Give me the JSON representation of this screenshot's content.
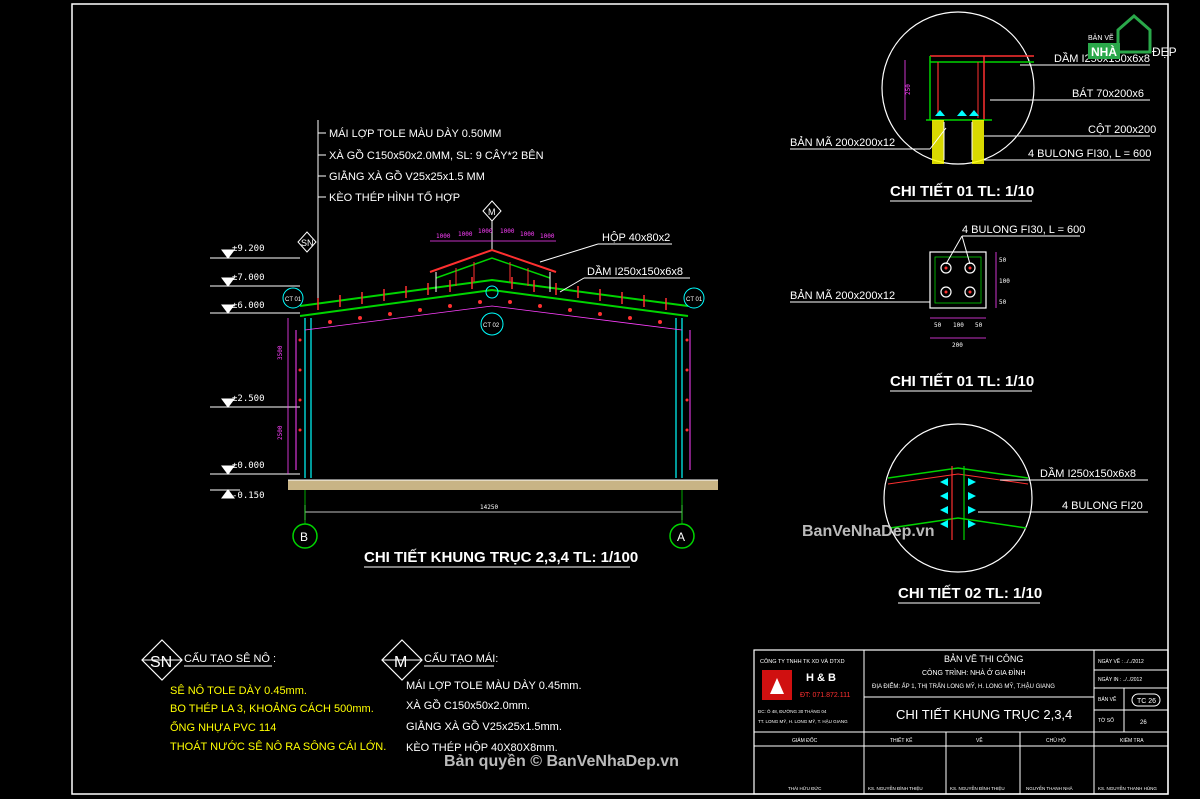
{
  "watermarks": {
    "logo_line1": "BẢN VẼ",
    "logo_line2": "NHÀ",
    "logo_line3": "ĐẸP",
    "mid": "BanVeNhaDep.vn",
    "bottom": "Bản quyền © BanVeNhaDep.vn"
  },
  "main_frame": {
    "notes": [
      "MÁI LỢP TOLE MÀU DÀY 0.50MM",
      "XÀ GỒ C150x50x2.0MM, SL: 9 CÂY*2 BÊN",
      "GIẰNG XÀ GỒ V25x25x1.5 MM",
      "KÈO THÉP HÌNH TỔ HỢP"
    ],
    "levels": [
      "±9.200",
      "±7.000",
      "±6.000",
      "±2.500",
      "±0.000",
      "-0.150"
    ],
    "tags": {
      "sn": "SN",
      "m": "M",
      "ct01": "CT 01",
      "ct02": "CT 02"
    },
    "labels": {
      "hop": "HỘP 40x80x2",
      "dam": "DẦM I250x150x6x8"
    },
    "dim_top": [
      "1000",
      "1000",
      "1000",
      "1000",
      "1000",
      "1000"
    ],
    "dim_bottom": "14250",
    "axis_left": "B",
    "axis_right": "A",
    "title": "CHI TIẾT KHUNG TRỤC 2,3,4 TL: 1/100"
  },
  "detail1": {
    "labels": [
      "DẦM I250x150x6x8",
      "BÁT 70x200x6",
      "CỘT 200x200",
      "BẢN MÃ 200x200x12",
      "4 BULONG FI30, L = 600"
    ],
    "dim": "250",
    "title": "CHI TIẾT 01 TL: 1/10"
  },
  "detail1b": {
    "labels": [
      "4 BULONG FI30, L = 600",
      "BẢN MÃ 200x200x12"
    ],
    "dims_bottom": [
      "50",
      "100",
      "50"
    ],
    "dim_total": "200",
    "dims_side": [
      "50",
      "100",
      "50"
    ],
    "title": "CHI TIẾT 01 TL: 1/10"
  },
  "detail2": {
    "labels": [
      "DẦM I250x150x6x8",
      "4 BULONG FI20"
    ],
    "title": "CHI TIẾT 02 TL: 1/10"
  },
  "legend_sn": {
    "tag": "SN",
    "title": "CẤU TẠO SÊ NÔ :",
    "items": [
      "SÊ NÔ TOLE DÀY 0.45mm.",
      "BO THÉP LA 3, KHOẢNG CÁCH 500mm.",
      "ỐNG NHỰA PVC 114",
      "THOÁT NƯỚC SÊ NÔ RA SÔNG CÁI LỚN."
    ]
  },
  "legend_m": {
    "tag": "M",
    "title": "CẤU TẠO MÁI:",
    "items": [
      "MÁI LỢP TOLE MÀU DÀY 0.45mm.",
      "XÀ GỒ C150x50x2.0mm.",
      "GIẰNG XÀ GỒ V25x25x1.5mm.",
      "KÈO THÉP HỘP 40X80X8mm."
    ]
  },
  "title_block": {
    "company": "CÔNG TY TNHH TK XD VÀ DTXD",
    "brand": "H & B",
    "phone": "ĐT: 071.872.111",
    "addr1": "ĐC: Ô 48, ĐƯỜNG 30 THÁNG 04",
    "addr2": "TT. LONG MỸ, H. LONG MỸ, T. HẬU GIANG",
    "drawing_type": "BẢN VẼ THI CÔNG",
    "project": "CÔNG TRÌNH: NHÀ Ở GIA ĐÌNH",
    "location": "ĐỊA ĐIỂM: ẤP 1, THỊ TRẤN LONG MỸ, H. LONG MỸ, T.HẬU GIANG",
    "sheet_title": "CHI TIẾT KHUNG TRỤC 2,3,4",
    "date1": "NGÀY VẼ : ../../2012",
    "date2": "NGÀY IN : ../../2012",
    "sheet_label": "BẢN VẼ",
    "sheet_no": "TC 26",
    "sheet_count_label": "TỜ SỐ",
    "sheet_count": "26",
    "roles": [
      "GIÁM ĐỐC",
      "THIẾT KẾ",
      "VẼ",
      "CHỦ HỘ",
      "KIỂM TRA"
    ],
    "names": [
      "THÁI HỮU ĐỨC",
      "KS. NGUYỄN ĐÌNH THIỆU",
      "KS. NGUYỄN ĐÌNH THIỆU",
      "NGUYỄN THANH NHÃ",
      "KS. NGUYỄN THANH HÙNG"
    ]
  },
  "colors": {
    "frame": "#ffffff",
    "beam": "#00d400",
    "dim": "#00ffff",
    "red": "#ff3030",
    "yellow": "#ffff00",
    "magenta": "#ff40ff",
    "ground": "#c8b485",
    "watermark": "#ffffff"
  }
}
